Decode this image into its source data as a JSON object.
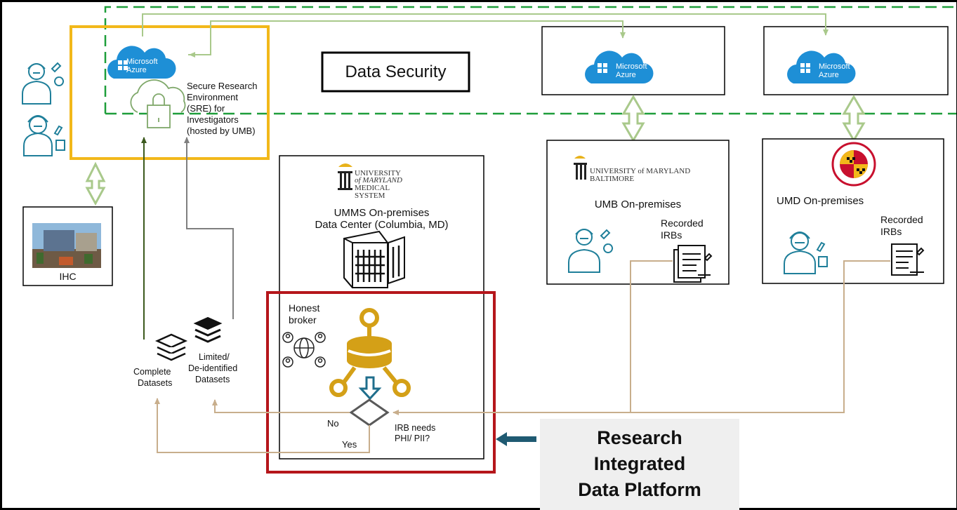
{
  "data_security": "Data Security",
  "sre": {
    "azure_line1": "Microsoft",
    "azure_line2": "Azure",
    "line1": "Secure Research",
    "line2": "Environment",
    "line3": "(SRE) for",
    "line4": "Investigators",
    "line5": "(hosted by UMB)"
  },
  "azure_umb": {
    "line1": "Microsoft",
    "line2": "Azure"
  },
  "azure_umd": {
    "line1": "Microsoft",
    "line2": "Azure"
  },
  "ihc": {
    "label": "IHC"
  },
  "umms": {
    "logo_line1": "UNIVERSITY",
    "logo_line2": "of MARYLAND",
    "logo_line3": "MEDICAL",
    "logo_line4": "SYSTEM",
    "title_line1": "UMMS On-premises",
    "title_line2": "Data Center (Columbia, MD)"
  },
  "umb": {
    "logo_line1": "UNIVERSITY of MARYLAND",
    "logo_line2": "BALTIMORE",
    "title": "UMB On-premises",
    "irb_line1": "Recorded",
    "irb_line2": "IRBs"
  },
  "umd": {
    "title": "UMD On-premises",
    "irb_line1": "Recorded",
    "irb_line2": "IRBs"
  },
  "broker": {
    "line1": "Honest",
    "line2": "broker"
  },
  "decision": {
    "no": "No",
    "yes": "Yes",
    "q_line1": "IRB needs",
    "q_line2": "PHI/ PII?"
  },
  "datasets": {
    "complete_line1": "Complete",
    "complete_line2": "Datasets",
    "limited_line1": "Limited/",
    "limited_line2": "De-identified",
    "limited_line3": "Datasets"
  },
  "ridp": {
    "line1": "Research",
    "line2": "Integrated",
    "line3": "Data Platform"
  },
  "colors": {
    "sre_border": "#F2B81A",
    "security_dash": "#1E9E3A",
    "honest_broker_border": "#B5161B",
    "azure_blue": "#1E8FD6",
    "green_arrow": "#A9C98B",
    "tan_line": "#C8AE8C",
    "dark_green": "#3C5A1E",
    "gray_line": "#7F7F7F",
    "gold": "#D4A017",
    "teal": "#1F6E8C",
    "ridp_bg": "#EFEFEF",
    "ridp_arrow": "#1F5A72"
  },
  "icons": [
    "azure-cloud-icon",
    "secure-cloud-lock-icon",
    "scientist-icon",
    "data-center-icon",
    "database-network-icon",
    "people-globe-icon",
    "irb-document-icon",
    "dataset-stack-icon"
  ]
}
